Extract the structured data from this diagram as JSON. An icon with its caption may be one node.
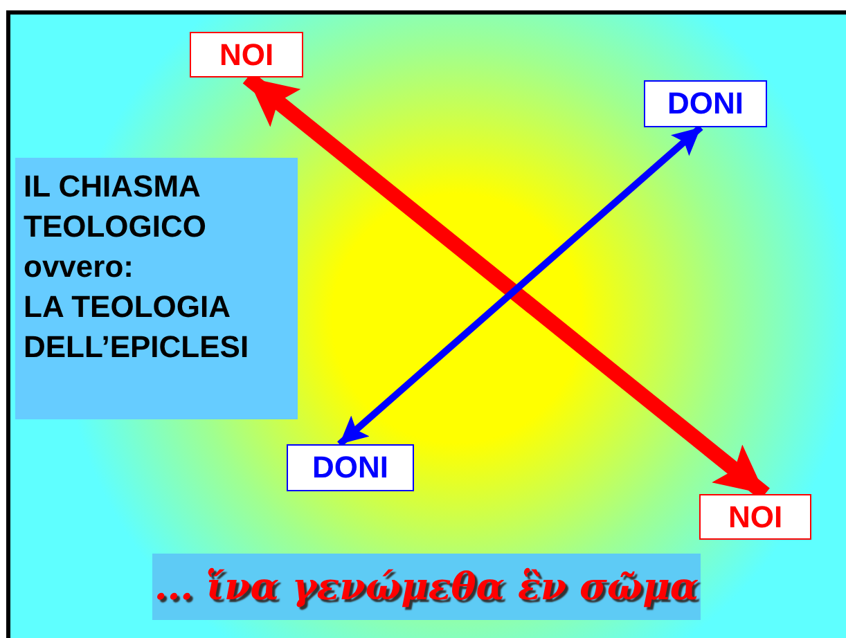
{
  "diagram": {
    "nodes": [
      {
        "text": [
          "NOI"
        ]
      },
      {
        "text": [
          "DONI"
        ]
      },
      {
        "text": [
          "IL CHIASMA TEOLOGICO",
          "ovvero:",
          "LA TEOLOGIA DELL’EPICLESI"
        ]
      },
      {
        "text": [
          "DONI"
        ]
      },
      {
        "text": [
          "NOI"
        ]
      },
      {
        "text": [
          "... ἵνα γενώμεθα ἓν σῶμα"
        ]
      }
    ],
    "edges": [
      {
        "from": 4,
        "to": 0,
        "arrow": "both",
        "style": "thick",
        "color": "#ff0000"
      },
      {
        "from": 3,
        "to": 1,
        "arrow": "both",
        "color": "#0000ff"
      }
    ]
  }
}
